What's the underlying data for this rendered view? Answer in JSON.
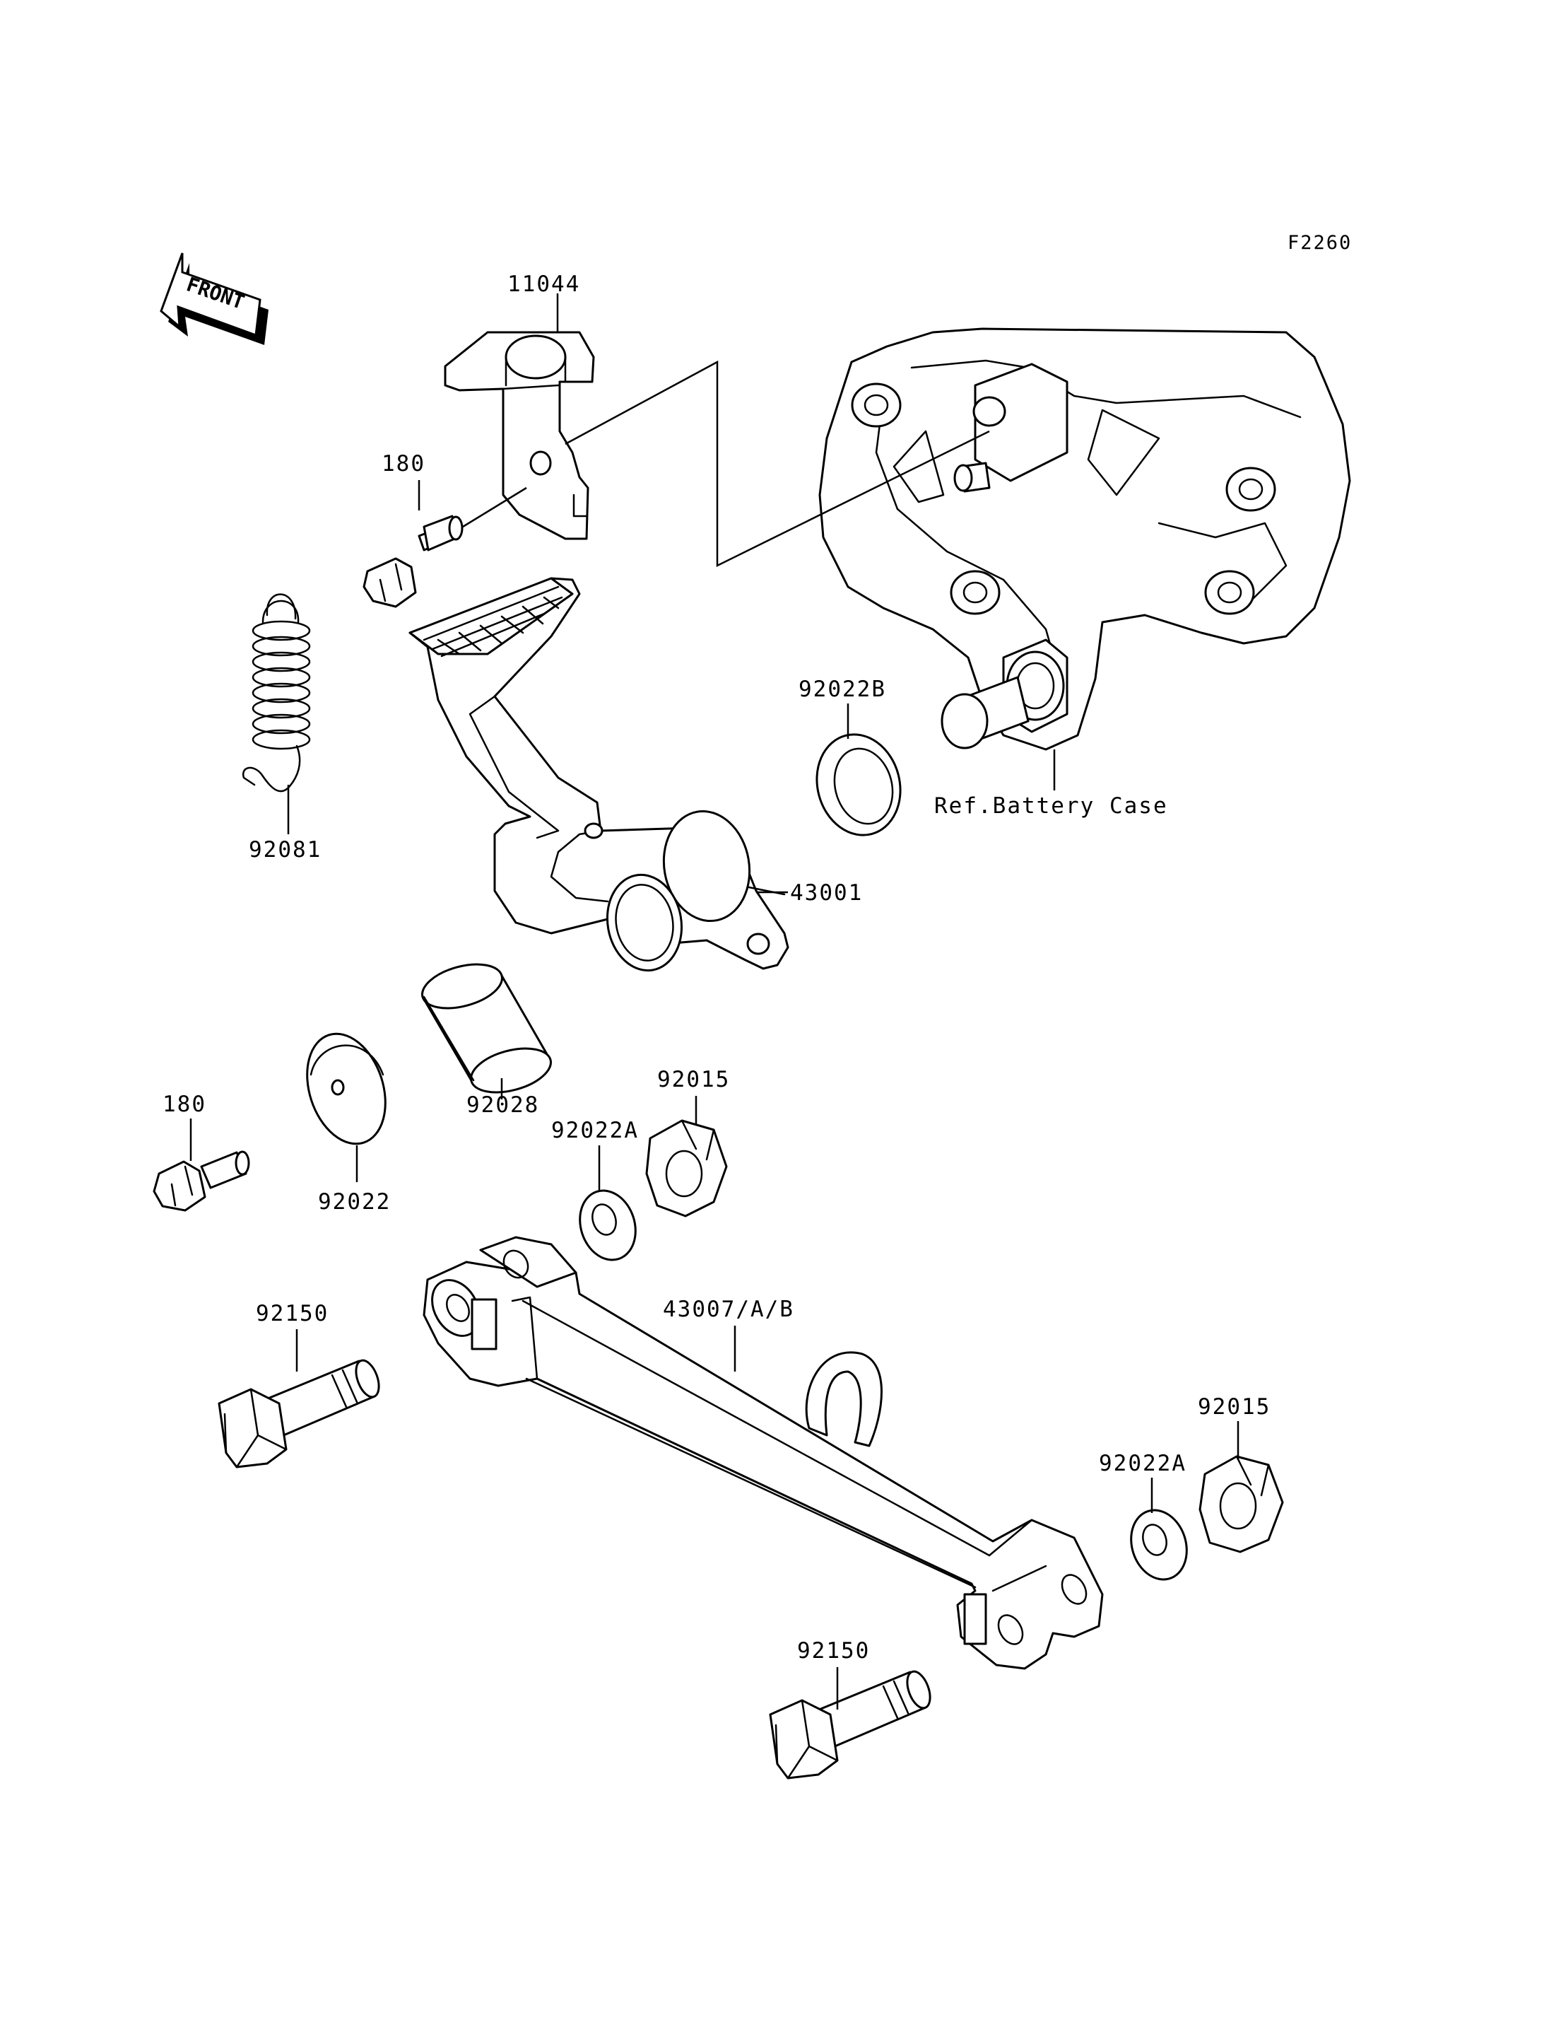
{
  "figure_id": "F2260",
  "front_label": "FRONT",
  "reference_note": "Ref.Battery Case",
  "parts": {
    "p11044": "11044",
    "p180_top": "180",
    "p180_bottom": "180",
    "p92081": "92081",
    "p92022B": "92022B",
    "p43001": "43001",
    "p92028": "92028",
    "p92022": "92022",
    "p92015_top": "92015",
    "p92022A_top": "92022A",
    "p43007": "43007/A/B",
    "p92150_left": "92150",
    "p92015_right": "92015",
    "p92022A_right": "92022A",
    "p92150_bottom": "92150"
  }
}
